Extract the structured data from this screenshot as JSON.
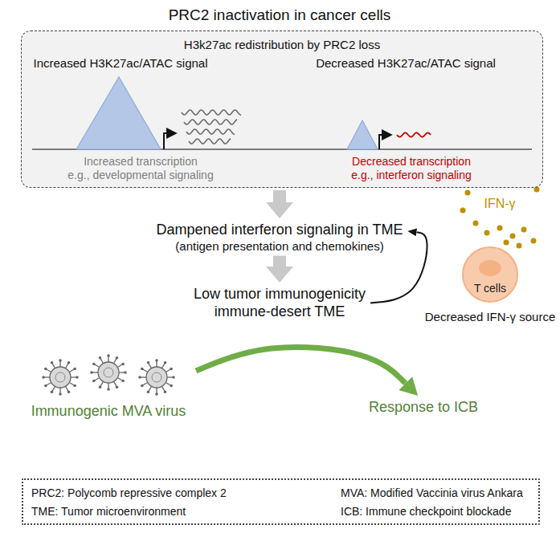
{
  "diagram": {
    "title": "PRC2 inactivation in cancer cells",
    "nodes": [
      {
        "text": [
          "H3k27ac redistribution by PRC2 loss"
        ]
      },
      {
        "text": [
          "Dampened interferon signaling in TME",
          "(antigen presentation and chemokines)"
        ]
      },
      {
        "text": [
          "Low tumor immunogenicity",
          "immune-desert TME"
        ]
      },
      {
        "text": [
          "T cells",
          "Decreased IFN-γ source"
        ]
      },
      {
        "text": [
          "Immunogenic MVA virus"
        ]
      },
      {
        "text": [
          "Response to ICB"
        ]
      },
      {
        "text": [
          "PRC2: Polycomb repressive complex 2",
          "MVA: Modified Vaccinia virus Ankara",
          "TME: Tumor microenvironment",
          "ICB: Immune checkpoint blockade"
        ]
      }
    ],
    "edges": [
      {
        "from": 0,
        "to": 1,
        "arrow": "to"
      },
      {
        "from": 1,
        "to": 2,
        "arrow": "to"
      },
      {
        "from": 2,
        "to": 1,
        "arrow": "to"
      },
      {
        "from": 4,
        "to": 5,
        "arrow": "to"
      }
    ],
    "labels": [
      "Increased H3K27ac/ATAC signal",
      "Decreased H3K27ac/ATAC signal",
      "Increased transcription",
      "e.g., developmental signaling",
      "Decreased transcription",
      "e.g., interferon signaling",
      "IFN-γ"
    ]
  }
}
